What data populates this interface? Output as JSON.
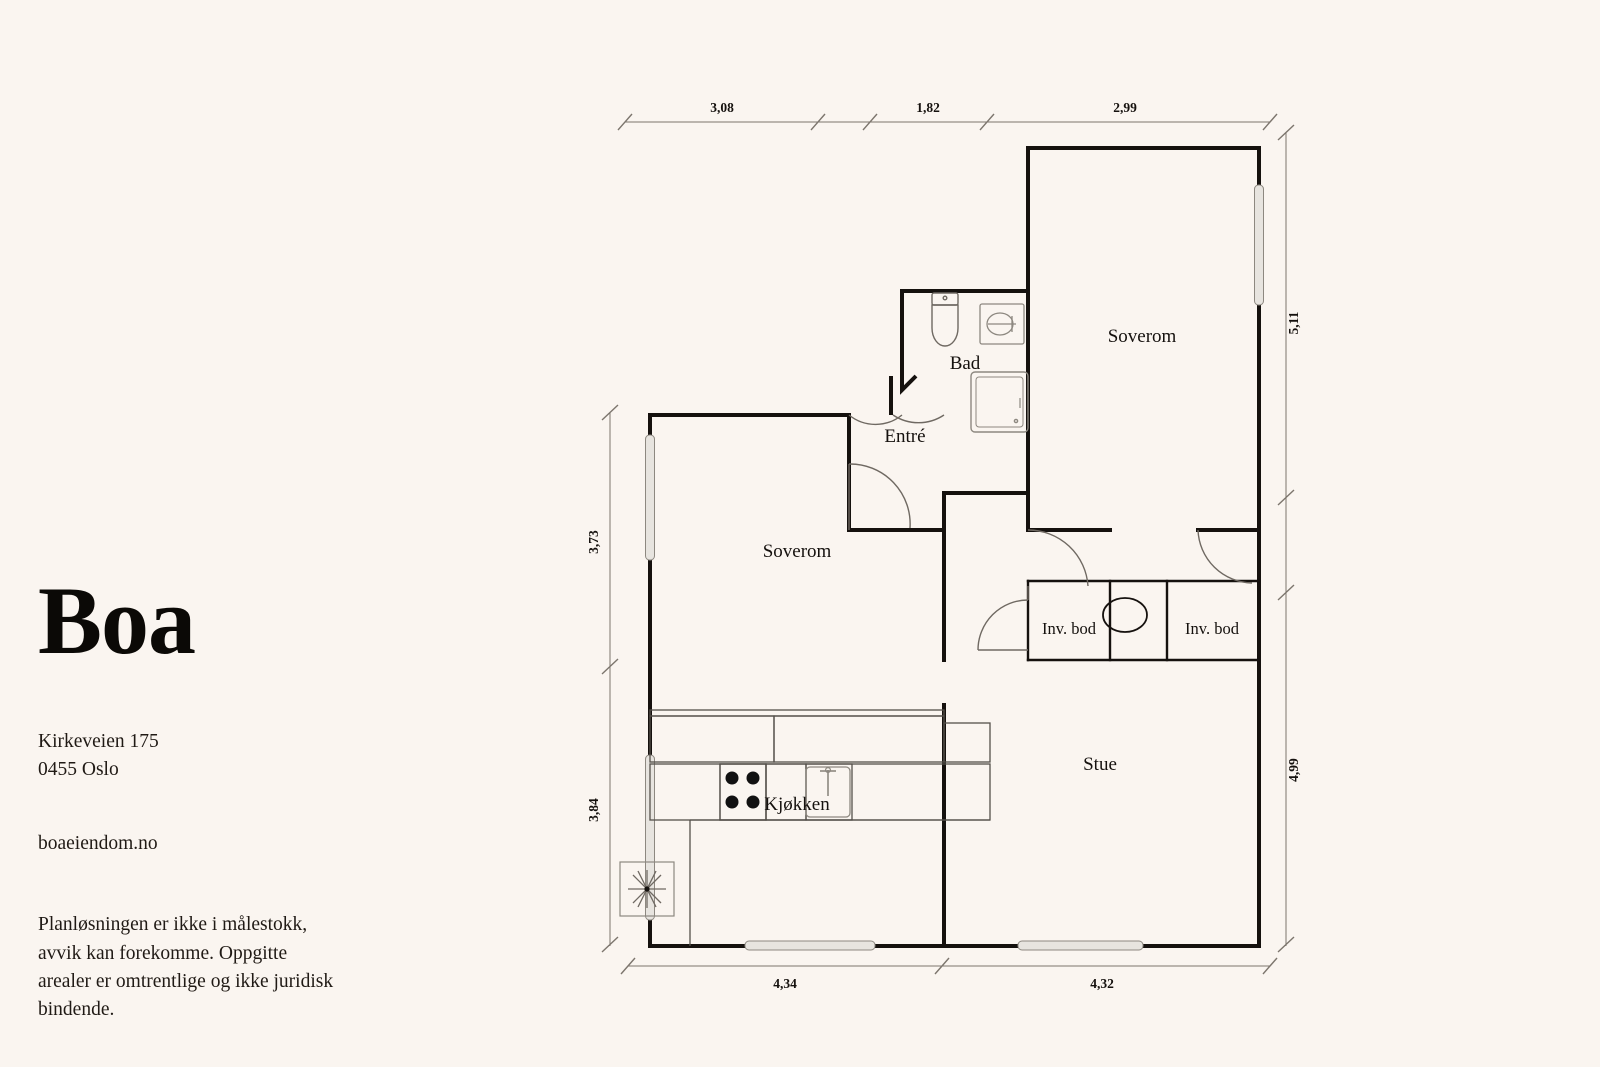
{
  "brand": {
    "logo_text": "Boa",
    "website": "boaeiendom.no"
  },
  "address": {
    "street": "Kirkeveien 175",
    "postal_city": "0455 Oslo"
  },
  "disclaimer": {
    "text": "Planløsningen er ikke i målestokk, avvik kan forekomme. Oppgitte arealer er omtrentlige og ikke juridisk bindende."
  },
  "floorplan": {
    "colors": {
      "background": "#faf5f0",
      "wall": "#15110e",
      "thin_line": "#55504b",
      "window": "#d9d6d0",
      "dimension_line": "#7c756d",
      "fixture_stroke": "#6f6962"
    },
    "rooms": [
      {
        "id": "soverom-top",
        "label": "Soverom"
      },
      {
        "id": "bad",
        "label": "Bad"
      },
      {
        "id": "entre",
        "label": "Entré"
      },
      {
        "id": "soverom-left",
        "label": "Soverom"
      },
      {
        "id": "inv-bod-left",
        "label": "Inv. bod"
      },
      {
        "id": "inv-bod-right",
        "label": "Inv. bod"
      },
      {
        "id": "stue",
        "label": "Stue"
      },
      {
        "id": "kjokken",
        "label": "Kjøkken"
      }
    ],
    "dimensions": {
      "top": [
        {
          "value": "3,08"
        },
        {
          "value": "1,82"
        },
        {
          "value": "2,99"
        }
      ],
      "bottom": [
        {
          "value": "4,34"
        },
        {
          "value": "4,32"
        }
      ],
      "left": [
        {
          "value": "3,73"
        },
        {
          "value": "3,84"
        }
      ],
      "right": [
        {
          "value": "5,11"
        },
        {
          "value": "4,99"
        }
      ]
    },
    "fixtures": [
      {
        "id": "toilet",
        "name": "toilet-fixture"
      },
      {
        "id": "sink",
        "name": "bathroom-sink-fixture"
      },
      {
        "id": "shower",
        "name": "shower-fixture"
      },
      {
        "id": "stove",
        "name": "stove-fixture"
      },
      {
        "id": "kitchen-sink",
        "name": "kitchen-sink-fixture"
      },
      {
        "id": "star",
        "name": "star-symbol"
      },
      {
        "id": "round-table",
        "name": "round-table-fixture"
      }
    ]
  }
}
